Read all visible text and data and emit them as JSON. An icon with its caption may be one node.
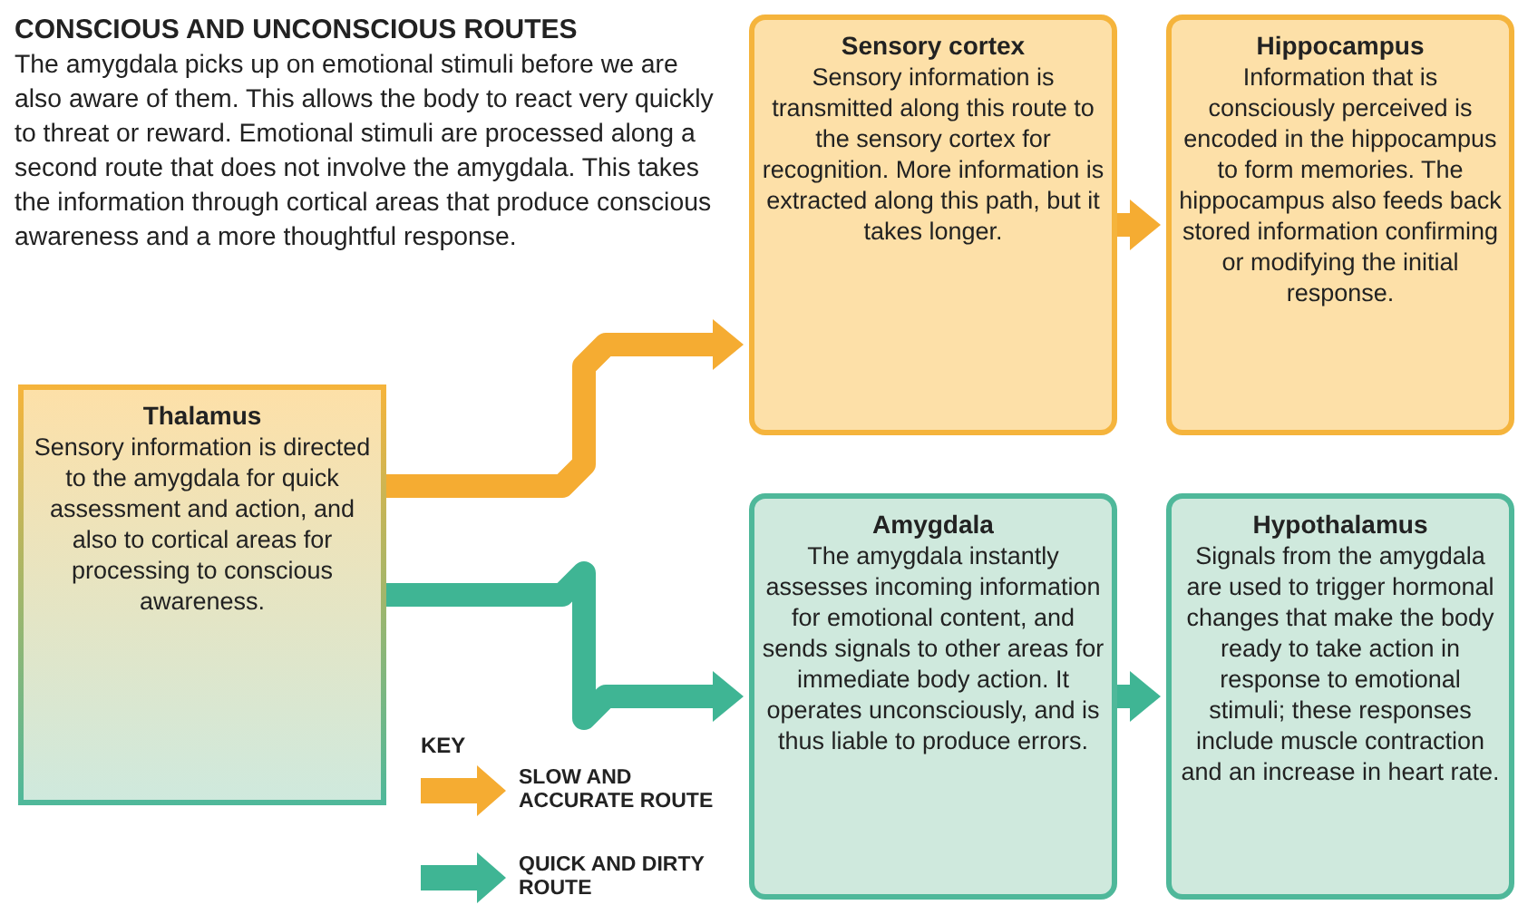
{
  "diagram": {
    "title": "CONSCIOUS AND UNCONSCIOUS ROUTES",
    "nodes": [
      {
        "text": [
          "Thalamus",
          "Sensory information is directed to the amygdala for quick assessment and action, and also to cortical areas for processing to conscious awareness."
        ]
      },
      {
        "text": [
          "Sensory cortex",
          "Sensory information is transmitted along this route to the sensory cortex for recognition. More information is extracted along this path, but it takes longer."
        ]
      },
      {
        "text": [
          "Hippocampus",
          "Information that is consciously perceived is encoded in the hippocampus to form memories. The hippocampus also feeds back stored information confirming or modifying the initial response."
        ]
      },
      {
        "text": [
          "Amygdala",
          "The amygdala instantly assesses incoming information for emotional content, and sends signals to other areas for immediate body action. It operates unconsciously, and is thus liable to produce errors."
        ]
      },
      {
        "text": [
          "Hypothalamus",
          "Signals from the amygdala are used to trigger hormonal changes that make the body ready to take action in response to emotional stimuli; these responses include muscle contraction and an increase in heart rate."
        ]
      }
    ],
    "edges": [
      {
        "from": 0,
        "to": 1,
        "arrow": "to",
        "color": "#f5ac32"
      },
      {
        "from": 1,
        "to": 2,
        "arrow": "to",
        "color": "#f5ac32"
      },
      {
        "from": 0,
        "to": 3,
        "arrow": "to",
        "color": "#3fb594"
      },
      {
        "from": 3,
        "to": 4,
        "arrow": "to",
        "color": "#3fb594"
      }
    ],
    "labels": [
      "The amygdala picks up on emotional stimuli before we are also aware of them. This allows the body to react very quickly to threat or reward. Emotional stimuli are processed along a second route that does not involve the amygdala. This takes the information through cortical areas that produce conscious awareness and a more thoughtful response.",
      "KEY"
    ],
    "legend": [
      {
        "text": "SLOW AND ACCURATE ROUTE",
        "color": "#f5ac32"
      },
      {
        "text": "QUICK AND DIRTY ROUTE",
        "color": "#3fb594"
      }
    ]
  }
}
